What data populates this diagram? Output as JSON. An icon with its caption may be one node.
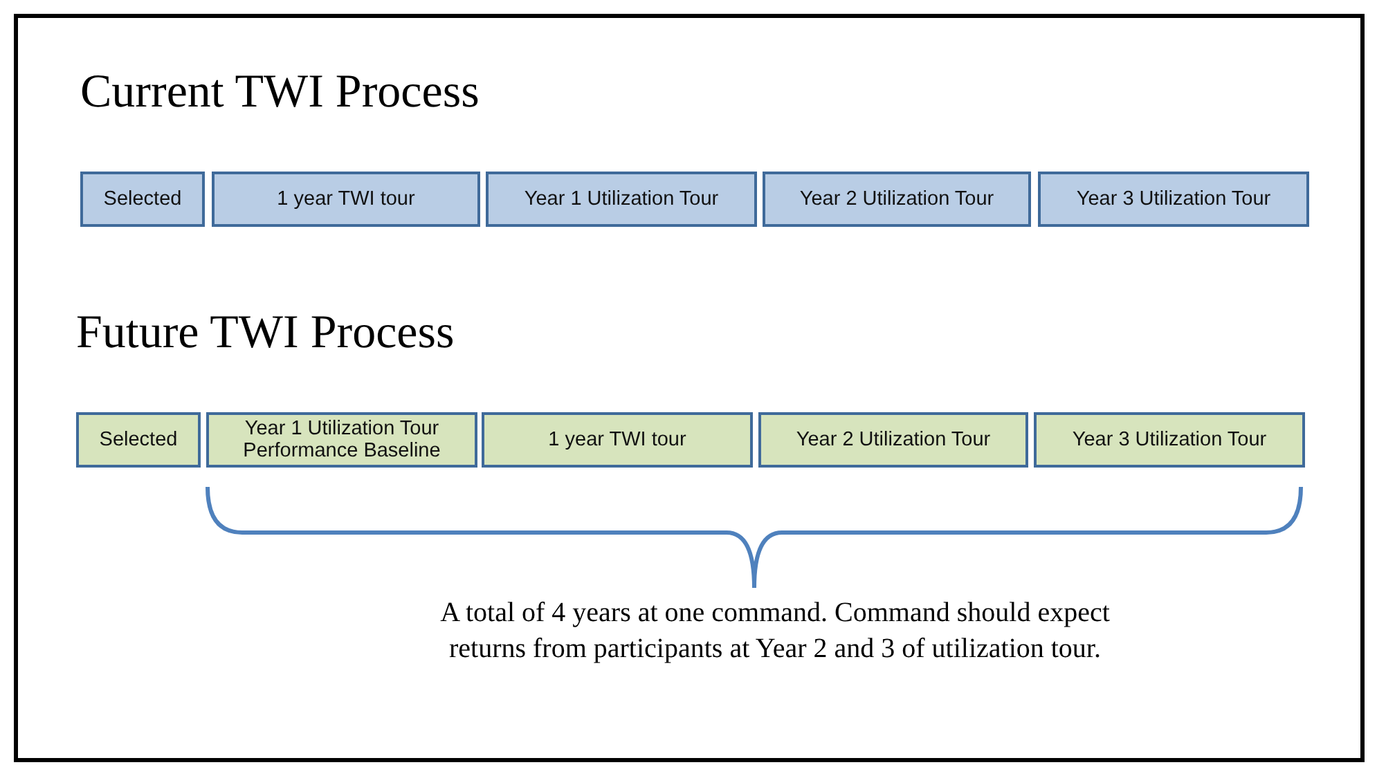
{
  "diagram": {
    "nodes": [
      {
        "text": [
          "Selected"
        ]
      },
      {
        "text": [
          "1 year TWI tour"
        ]
      },
      {
        "text": [
          "Year 1 Utilization Tour"
        ]
      },
      {
        "text": [
          "Year 2 Utilization Tour"
        ]
      },
      {
        "text": [
          "Year 3 Utilization Tour"
        ]
      },
      {
        "text": [
          "Selected"
        ]
      },
      {
        "text": [
          "Year 1 Utilization Tour Performance Baseline"
        ]
      },
      {
        "text": [
          "1 year TWI tour"
        ]
      },
      {
        "text": [
          "Year 2 Utilization Tour"
        ]
      },
      {
        "text": [
          "Year 3 Utilization Tour"
        ]
      }
    ],
    "labels": [
      "Current TWI Process",
      "Future TWI Process",
      "A total of 4 years at one command.  Command should expect returns from participants at Year 2 and 3 of utilization tour."
    ]
  }
}
